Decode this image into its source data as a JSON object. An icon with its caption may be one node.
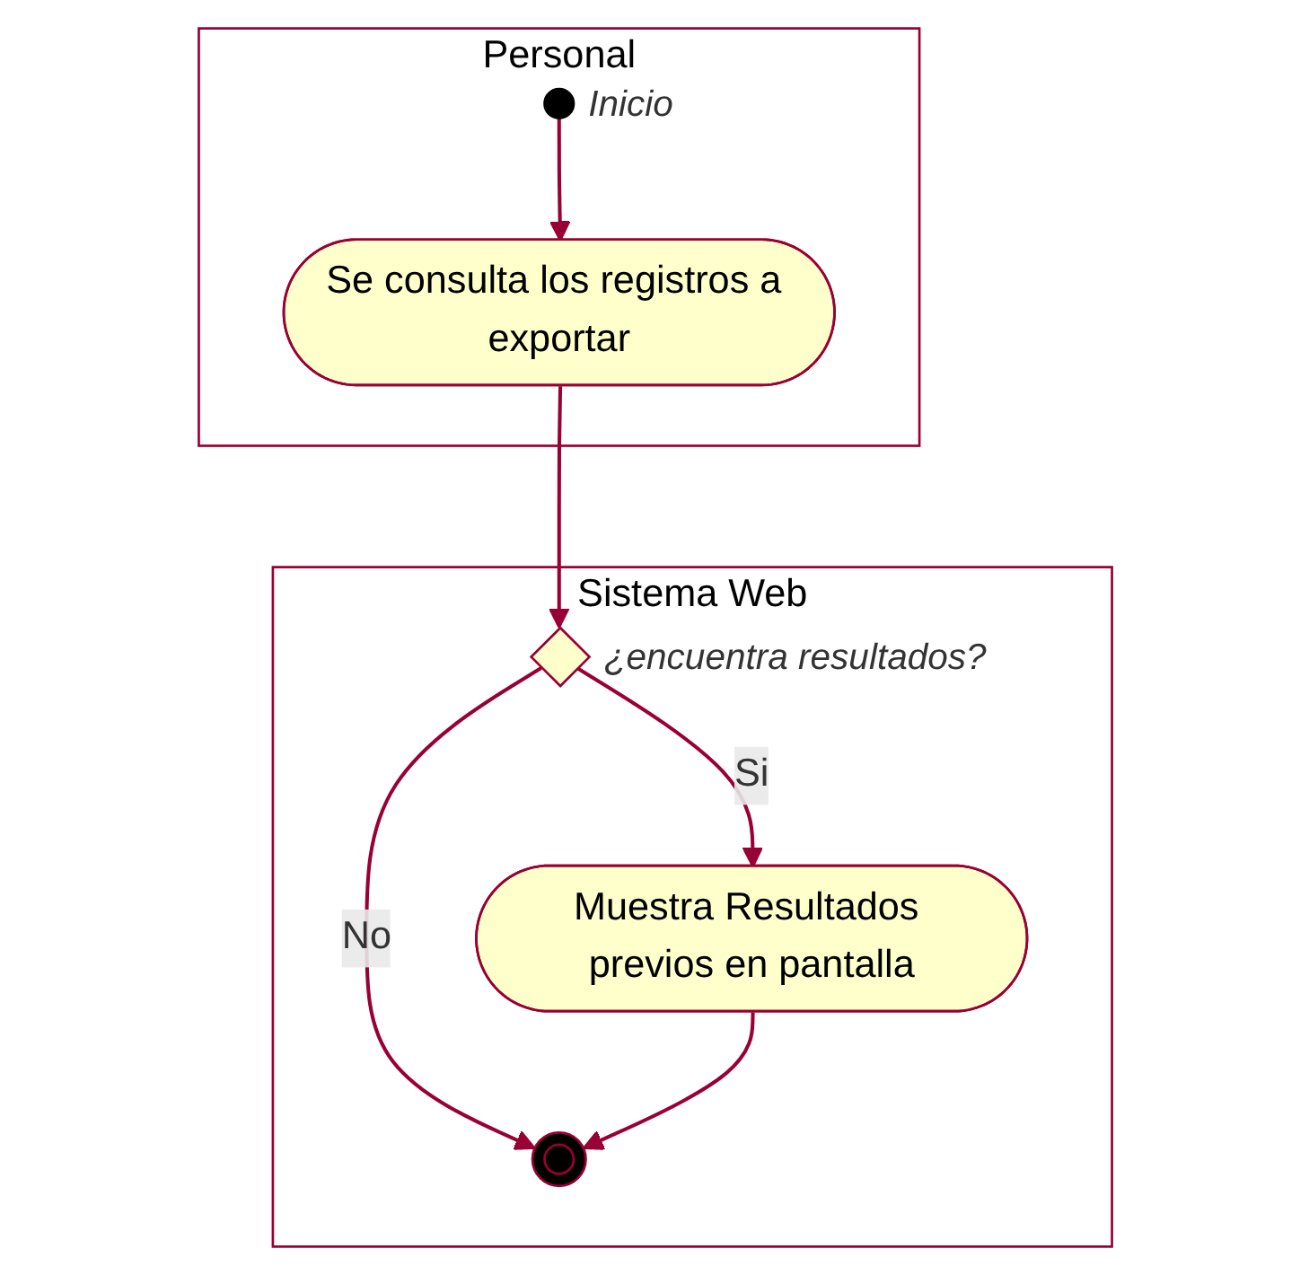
{
  "diagram": {
    "nodes": [
      {
        "text": [
          "Personal"
        ]
      },
      {
        "text": [
          "Sistema Web"
        ]
      },
      {
        "text": [],
        "shape": "circle",
        "in": 0,
        "beside": [
          "Inicio"
        ]
      },
      {
        "text": [
          "Se consulta los registros a exportar"
        ],
        "in": 0
      },
      {
        "text": [],
        "shape": "diamond",
        "in": 1,
        "beside": [
          "¿encuentra resultados?"
        ]
      },
      {
        "text": [],
        "shape": "circle",
        "in": 1
      },
      {
        "text": [
          "Muestra Resultados previos en pantalla"
        ],
        "in": 1
      }
    ],
    "edges": [
      {
        "from": 2,
        "to": 3,
        "arrow": "to"
      },
      {
        "from": 3,
        "to": 4,
        "arrow": "to"
      },
      {
        "from": 4,
        "to": 5,
        "arrow": "to",
        "label": "No"
      },
      {
        "from": 4,
        "to": 6,
        "arrow": "to",
        "label": "Si"
      },
      {
        "from": 6,
        "to": 5,
        "arrow": "to"
      }
    ]
  }
}
